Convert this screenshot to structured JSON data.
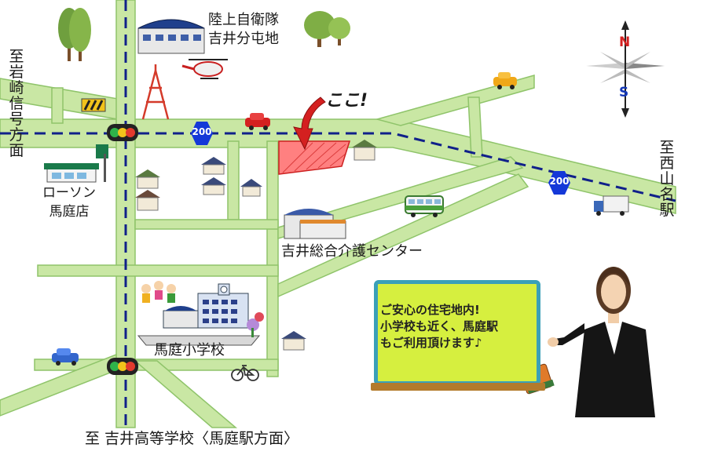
{
  "labels": {
    "gsdf": "陸上自衛隊\n吉井分屯地",
    "to_iwasaki": "至岩崎信号方面",
    "lawson": "ローソン\n馬庭店",
    "care_center": "吉井総合介護センター",
    "school": "馬庭小学校",
    "to_nishiyamana": "至西山名駅",
    "to_yoshii_hs": "至 吉井高等学校〈馬庭駅方面〉",
    "here": "ここ!",
    "route1": "200",
    "route2": "200"
  },
  "speech": {
    "line1": "ご安心の住宅地内!",
    "line2": "小学校も近く、馬庭駅",
    "line3": "もご利用頂けます♪"
  },
  "compass": {
    "north": "N",
    "south": "S"
  },
  "colors": {
    "road": "#c9e7a4",
    "road_outline": "#8fc46a",
    "route_line": "#10208a",
    "route_badge": "#1438d8",
    "target": "#ff8080",
    "board": "#d6ef3f",
    "board_border": "#3aa0b8"
  }
}
